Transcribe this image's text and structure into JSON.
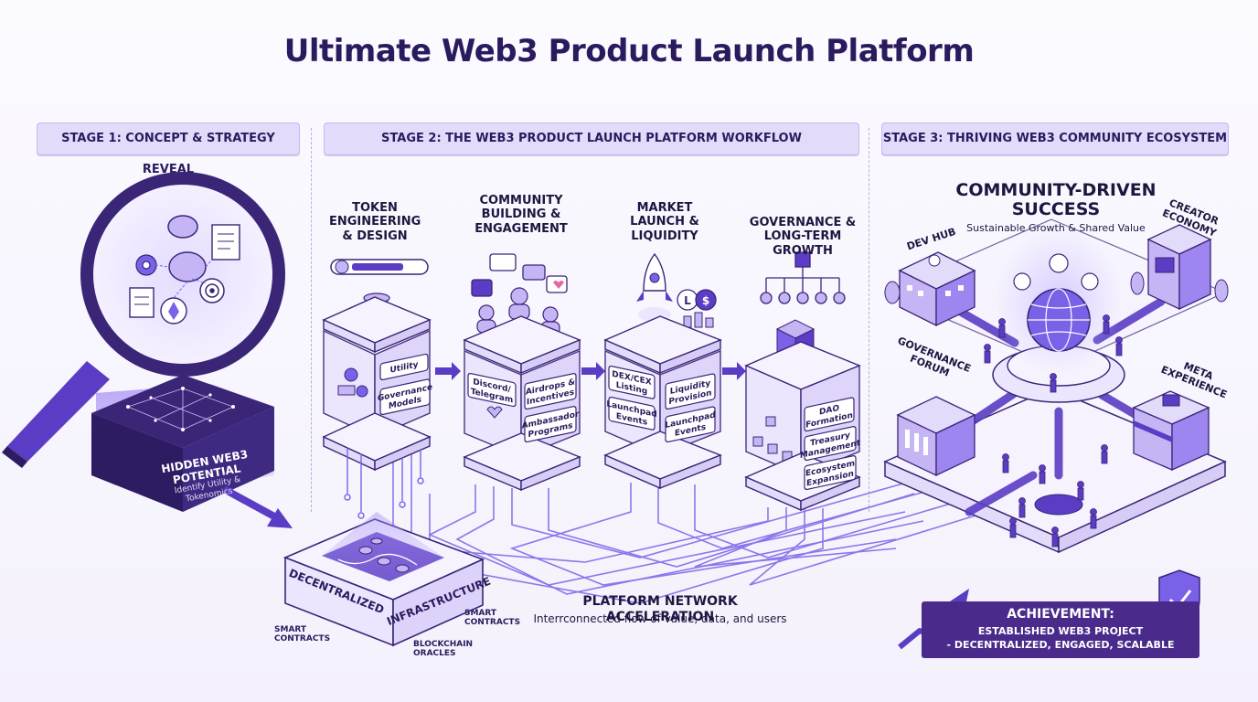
{
  "title": "Ultimate Web3 Product Launch Platform",
  "stages": [
    {
      "label": "STAGE 1: CONCEPT & STRATEGY REVEAL"
    },
    {
      "label": "STAGE 2: THE WEB3 PRODUCT LAUNCH PLATFORM WORKFLOW"
    },
    {
      "label": "STAGE 3: THRIVING WEB3 COMMUNITY ECOSYSTEM"
    }
  ],
  "stage1": {
    "box_title": "HIDDEN WEB3 POTENTIAL",
    "box_subtitle": "Identify Utility & Tokenomics"
  },
  "workflow": [
    {
      "title": "TOKEN ENGINEERING & DESIGN",
      "pills": [
        "Utility",
        "Governance Models"
      ]
    },
    {
      "title": "COMMUNITY BUILDING & ENGAGEMENT",
      "pills": [
        "Discord/ Telegram",
        "Airdrops & Incentives",
        "Ambassador Programs"
      ]
    },
    {
      "title": "MARKET LAUNCH & LIQUIDITY",
      "pills": [
        "DEX/CEX Listing",
        "Liquidity Provision",
        "Launchpad Events",
        "Launchpad Events"
      ]
    },
    {
      "title": "GOVERNANCE & LONG-TERM GROWTH",
      "pills": [
        "DAO Formation",
        "Treasury Management",
        "Ecosystem Expansion"
      ]
    }
  ],
  "infrastructure": {
    "left_text": "DECENTRALIZED",
    "right_text": "INFRASTRUCTURE",
    "tags": [
      "SMART CONTRACTS",
      "SMART CONTRACTS",
      "BLOCKCHAIN ORACLES"
    ]
  },
  "network": {
    "title": "PLATFORM NETWORK ACCELERATION",
    "subtitle": "Interrconnected flow of value, data, and users"
  },
  "community": {
    "title": "COMMUNITY-DRIVEN SUCCESS",
    "subtitle": "Sustainable Growth & Shared Value",
    "nodes": [
      "DEV HUB",
      "CREATOR ECONOMY",
      "GOVERNANCE FORUM",
      "META EXPERIENCE"
    ]
  },
  "achievement": {
    "title": "ACHIEVEMENT:",
    "line1": "ESTABLISHED WEB3 PROJECT",
    "line2": "- DECENTRALIZED, ENGAGED, SCALABLE"
  },
  "colors": {
    "primary": "#4a2b8c",
    "accent": "#7b61e8",
    "light": "#e3dbfa",
    "ink": "#2b1a5e"
  }
}
